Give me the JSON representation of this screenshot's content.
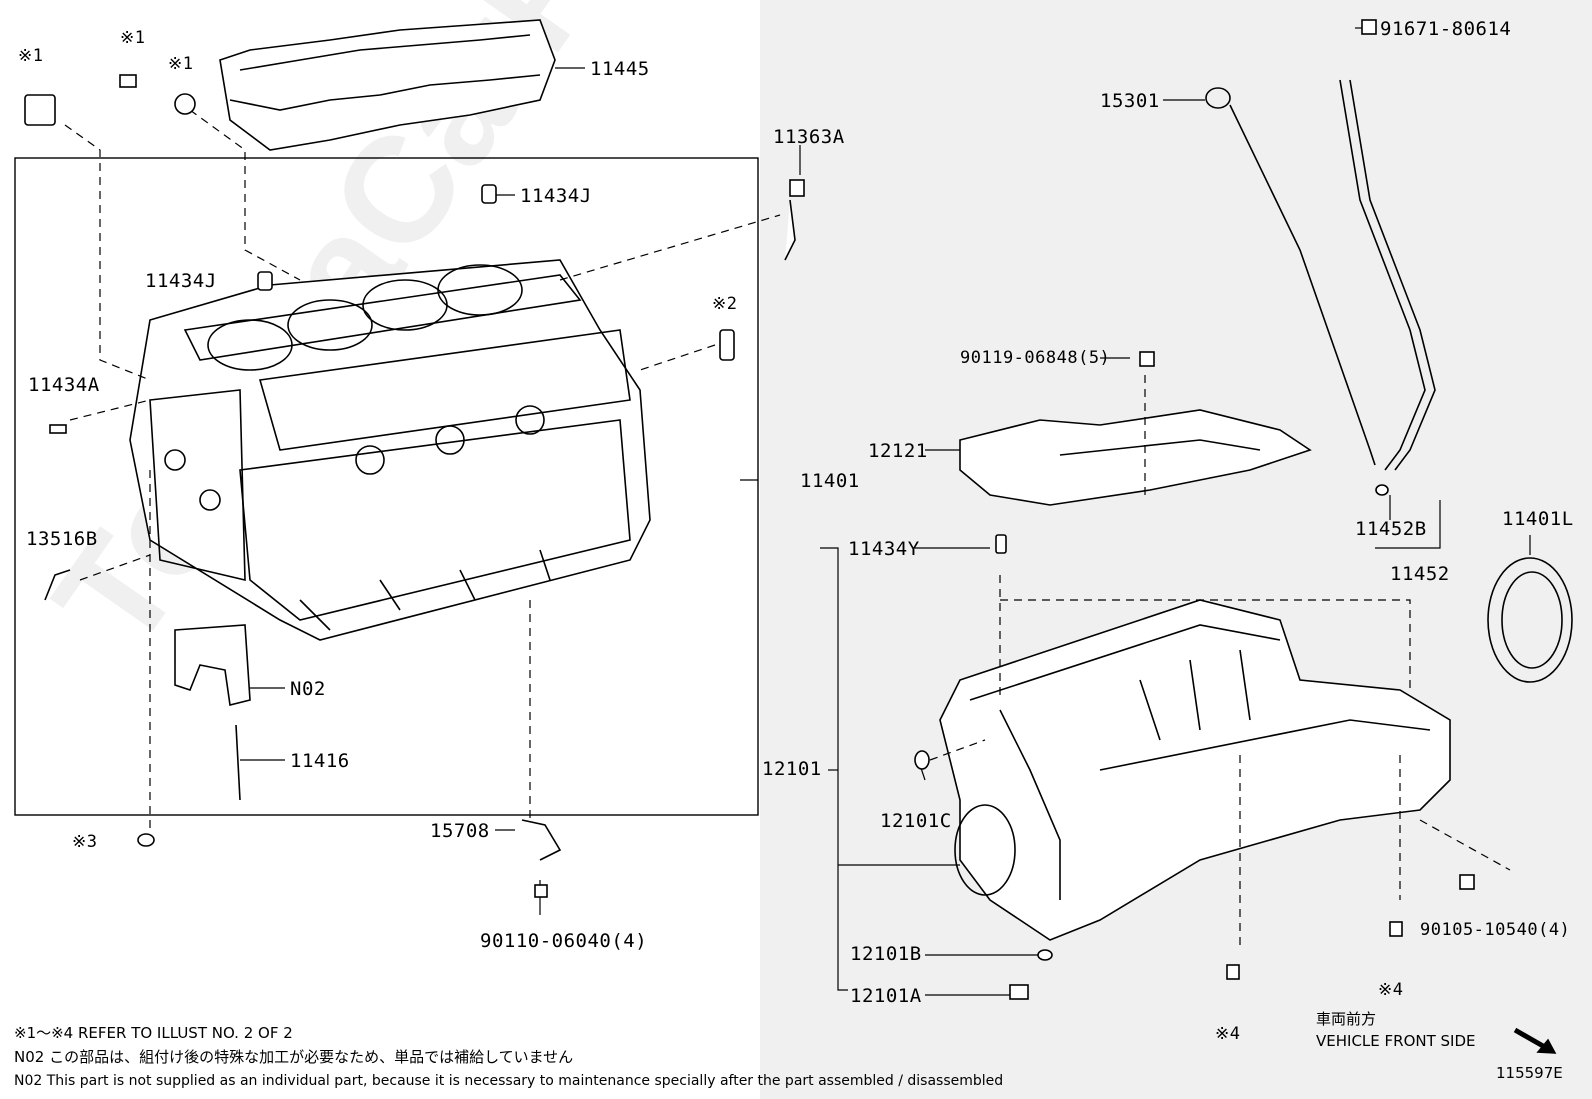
{
  "watermark": "ToyotaCarParts.ru",
  "callouts": {
    "c11445": "11445",
    "c11363A": "11363A",
    "c11434J_top": "11434J",
    "c11434J_left": "11434J",
    "c2": "※2",
    "c11434A": "11434A",
    "c11401": "11401",
    "c13516B": "13516B",
    "cN02": "N02",
    "c11416": "11416",
    "c3": "※3",
    "c15708": "15708",
    "c90110": "90110-06040(4)",
    "c1a": "※1",
    "c1b": "※1",
    "c1c": "※1",
    "c91671": "91671-80614",
    "c15301": "15301",
    "c90119": "90119-06848(5)",
    "c12121": "12121",
    "c11452B": "11452B",
    "c11452": "11452",
    "c11401L": "11401L",
    "c11434Y": "11434Y",
    "c12101": "12101",
    "c12101C": "12101C",
    "c12101B": "12101B",
    "c12101A": "12101A",
    "c90105": "90105-10540(4)",
    "c4a": "※4",
    "c4b": "※4"
  },
  "front": {
    "jp": "車両前方",
    "en": "VEHICLE FRONT SIDE"
  },
  "illust_no": "115597E",
  "notes": {
    "line1": "※1～※4  REFER TO ILLUST NO. 2 OF 2",
    "line2": "N02  この部品は、組付け後の特殊な加工が必要なため、単品では補給していません",
    "line3": "N02  This part is not supplied as an individual part, because it is necessary to maintenance specially after the part assembled / disassembled"
  }
}
